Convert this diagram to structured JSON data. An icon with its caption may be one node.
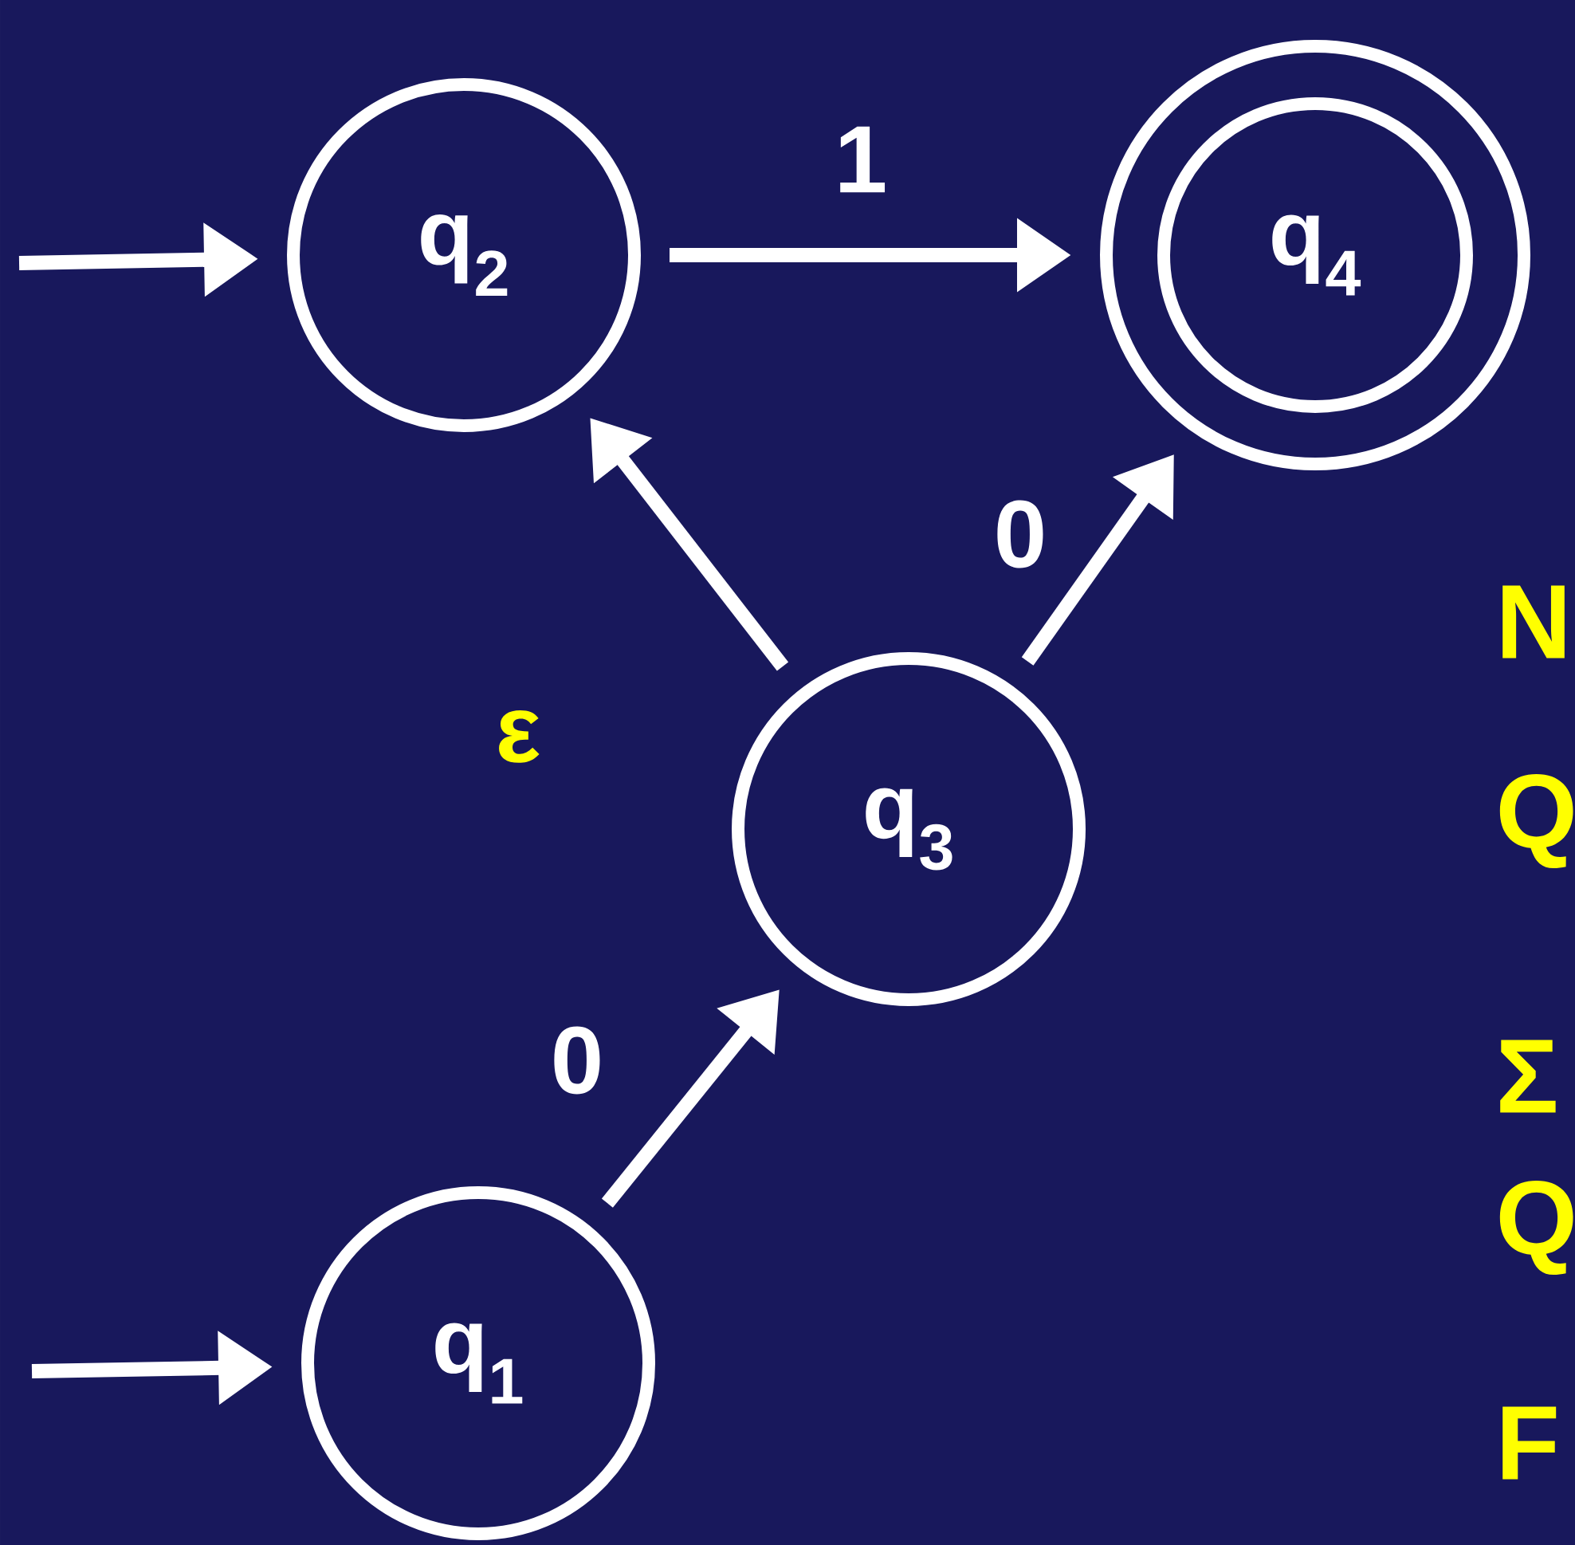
{
  "diagram": {
    "nodes": [
      {
        "text": [
          "q$_{2}$"
        ]
      },
      {
        "text": [
          "q$_{4}$"
        ]
      },
      {
        "text": [
          "q$_{3}$"
        ]
      },
      {
        "text": [
          "q$_{1}$"
        ]
      }
    ],
    "edges": [
      {
        "from": null,
        "to": 0,
        "arrow": "to"
      },
      {
        "from": 0,
        "to": 1,
        "arrow": "to",
        "label": "1"
      },
      {
        "from": 2,
        "to": 1,
        "arrow": "to",
        "label": "0"
      },
      {
        "from": 2,
        "to": 0,
        "arrow": "to",
        "label": "ε"
      },
      {
        "from": 3,
        "to": 2,
        "arrow": "to",
        "label": "0"
      },
      {
        "from": null,
        "to": 3,
        "arrow": "to"
      }
    ],
    "labels": [
      "N",
      "Q",
      "Σ",
      "Q",
      "F"
    ]
  }
}
